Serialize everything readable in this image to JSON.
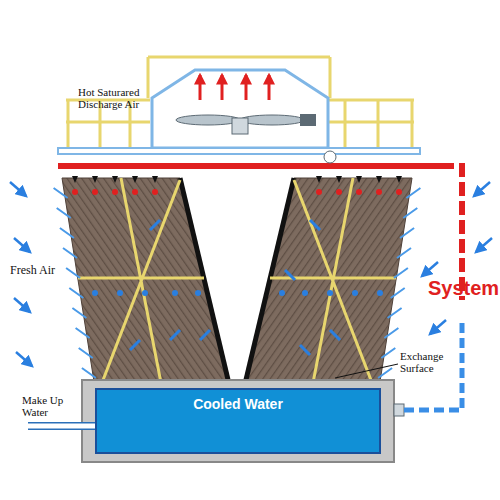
{
  "diagram": {
    "nodes": [
      {
        "text": [
          "Cooled Water"
        ]
      }
    ],
    "labels": [
      "Hot Saturared Discharge Air",
      "Fresh Air",
      "System",
      "Exchange Surface",
      "Make Up Water"
    ]
  }
}
